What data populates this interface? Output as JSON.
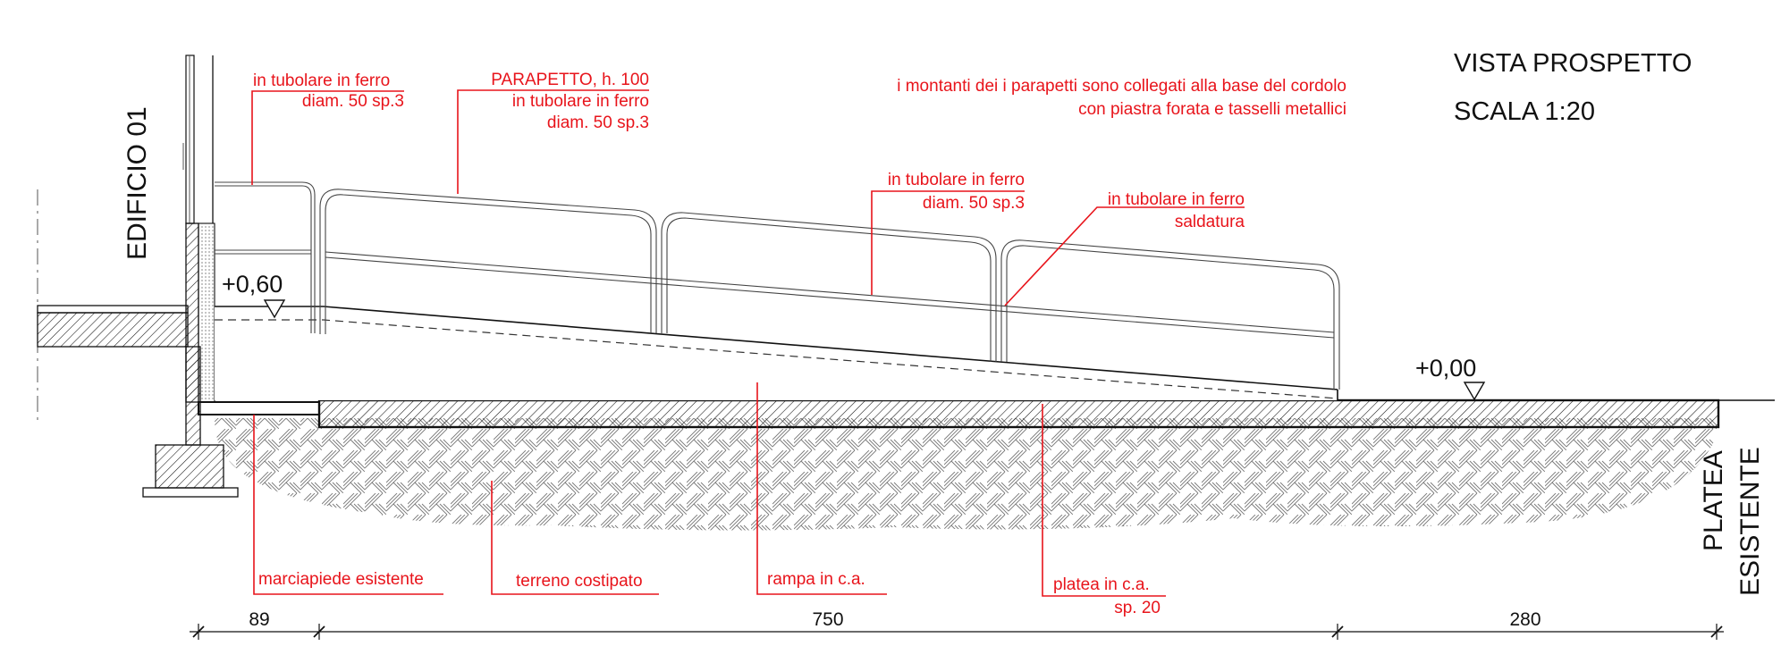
{
  "title": {
    "line1": "VISTA PROSPETTO",
    "line2": "SCALA 1:20"
  },
  "building_label": "EDIFICIO 01",
  "slab_label": {
    "line1": "PLATEA",
    "line2": "ESISTENTE"
  },
  "levels": {
    "top": "+0,60",
    "bottom": "+0,00"
  },
  "notes": {
    "tubolare_left": {
      "line1": "in tubolare in ferro",
      "line2": "diam. 50 sp.3"
    },
    "parapetto": {
      "line1": "PARAPETTO, h. 100",
      "line2": "in tubolare in ferro",
      "line3": "diam. 50 sp.3"
    },
    "montanti": {
      "line1": "i montanti dei i parapetti sono collegati alla base del cordolo",
      "line2": "con piastra forata e tasselli metallici"
    },
    "tubolare_mid": {
      "line1": "in tubolare in ferro",
      "line2": "diam. 50 sp.3"
    },
    "saldatura": {
      "line1": "in tubolare in ferro",
      "line2": "saldatura"
    },
    "marciapiede": "marciapiede esistente",
    "terreno": "terreno costipato",
    "rampa": "rampa in c.a.",
    "platea": {
      "line1": "platea in c.a.",
      "line2": "sp. 20"
    }
  },
  "dimensions": {
    "d1": "89",
    "d2": "750",
    "d3": "280"
  },
  "colors": {
    "annotation": "#e8141b",
    "linework": "#111111"
  }
}
